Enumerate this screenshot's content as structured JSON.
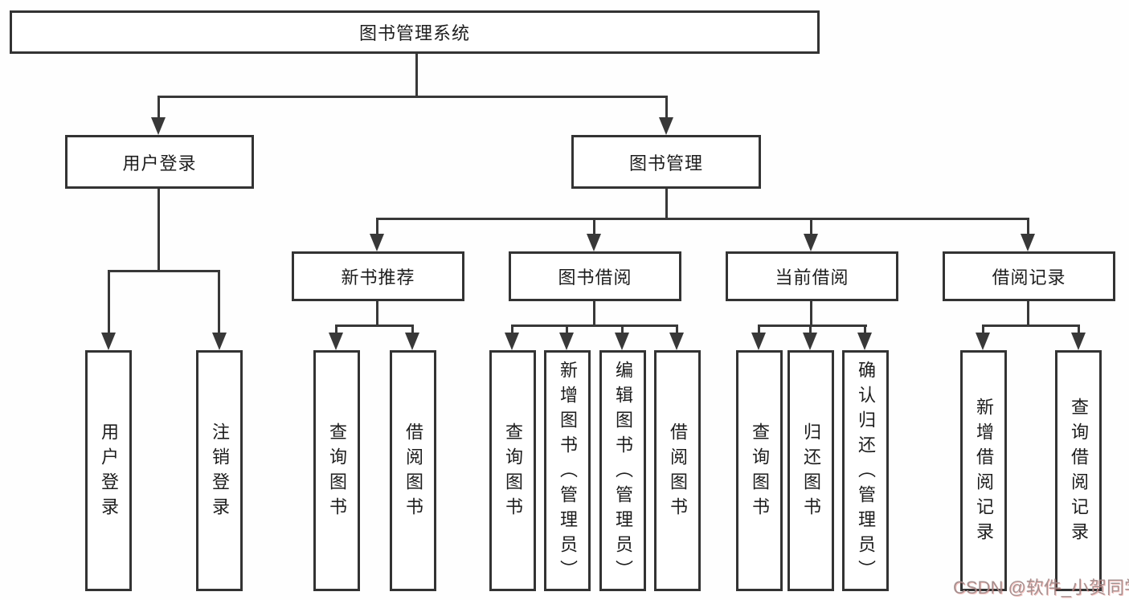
{
  "nodes": {
    "root": "图书管理系统",
    "branches": [
      "用户登录",
      "图书管理"
    ],
    "modules": [
      "新书推荐",
      "图书借阅",
      "当前借阅",
      "借阅记录"
    ],
    "leaves": {
      "login": [
        "用户登录",
        "注销登录"
      ],
      "recommend": [
        "查询图书",
        "借阅图书"
      ],
      "borrow": [
        "查询图书",
        "新增图书（管理员）",
        "编辑图书（管理员）",
        "借阅图书"
      ],
      "current": [
        "查询图书",
        "归还图书",
        "确认归还（管理员）"
      ],
      "records": [
        "新增借阅记录",
        "查询借阅记录"
      ]
    }
  },
  "watermark": "CSDN @软件_小贺同学",
  "colors": {
    "line": "#383838",
    "box_border": "#333333",
    "text": "#1d1d1d",
    "background": "#fefefe",
    "watermark": "#9e8a8a"
  }
}
